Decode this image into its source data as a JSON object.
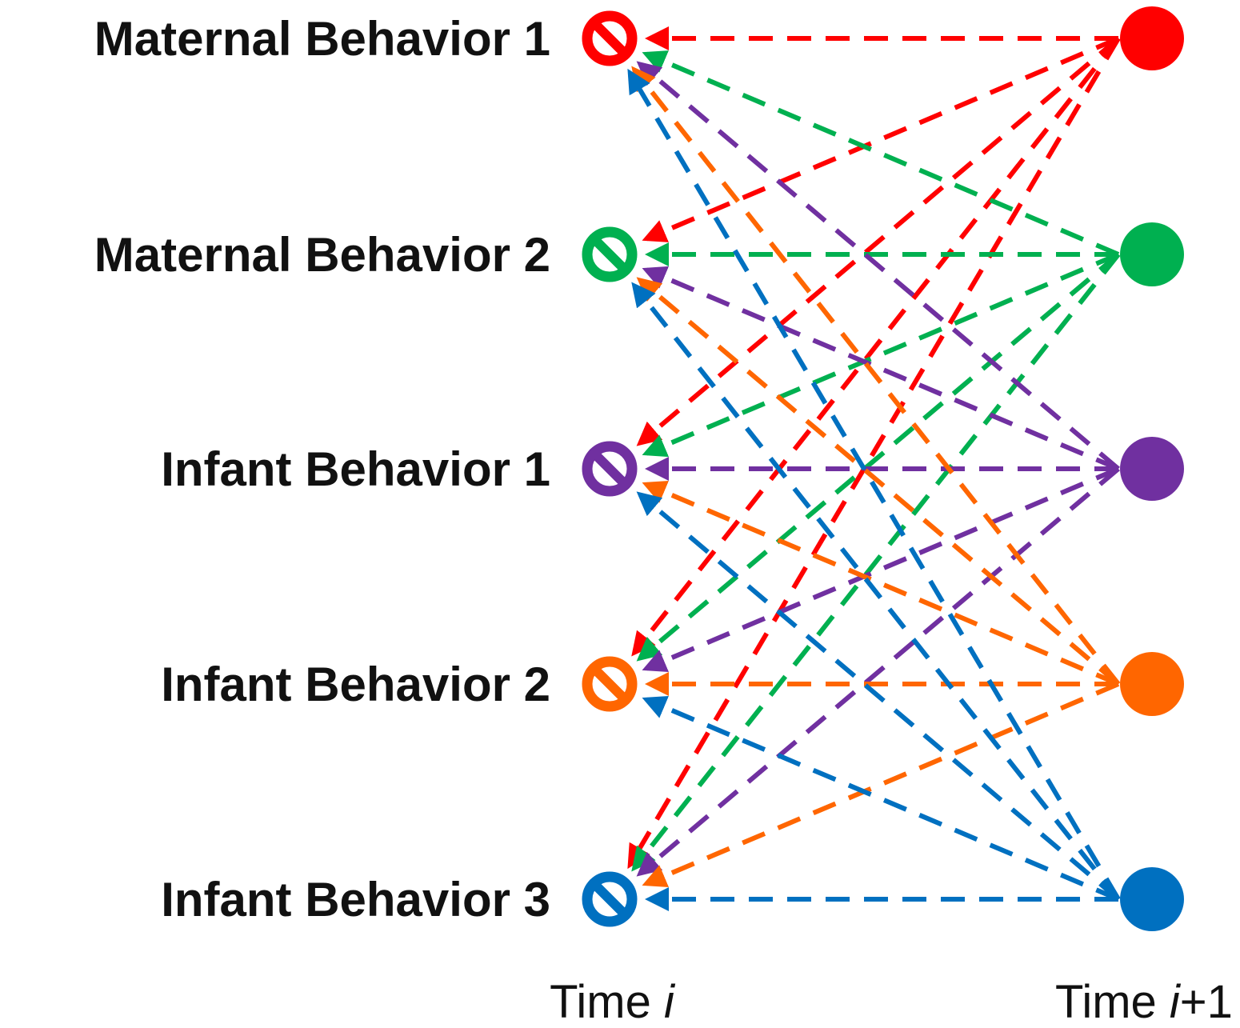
{
  "colors": {
    "node_1": "#ff0000",
    "node_2": "#00b050",
    "node_3": "#7030a0",
    "node_4": "#ff6600",
    "node_5": "#0070c0",
    "text": "#111111"
  },
  "nodes": [
    {
      "id": "mb1",
      "label": "Maternal Behavior 1",
      "color": "#ff0000"
    },
    {
      "id": "mb2",
      "label": "Maternal Behavior 2",
      "color": "#00b050"
    },
    {
      "id": "ib1",
      "label": "Infant Behavior 1",
      "color": "#7030a0"
    },
    {
      "id": "ib2",
      "label": "Infant Behavior 2",
      "color": "#ff6600"
    },
    {
      "id": "ib3",
      "label": "Infant Behavior 3",
      "color": "#0070c0"
    }
  ],
  "edges_note_shape": "every Time i+1 node connects to every Time i node with a dashed arrow pointing toward Time i",
  "time_left": {
    "prefix": "Time ",
    "italic": "i",
    "suffix": ""
  },
  "time_right": {
    "prefix": "Time ",
    "italic": "i",
    "suffix": "+1"
  },
  "icons": {
    "left_node": "no-entry-ring-icon",
    "right_node": "filled-circle-icon"
  }
}
